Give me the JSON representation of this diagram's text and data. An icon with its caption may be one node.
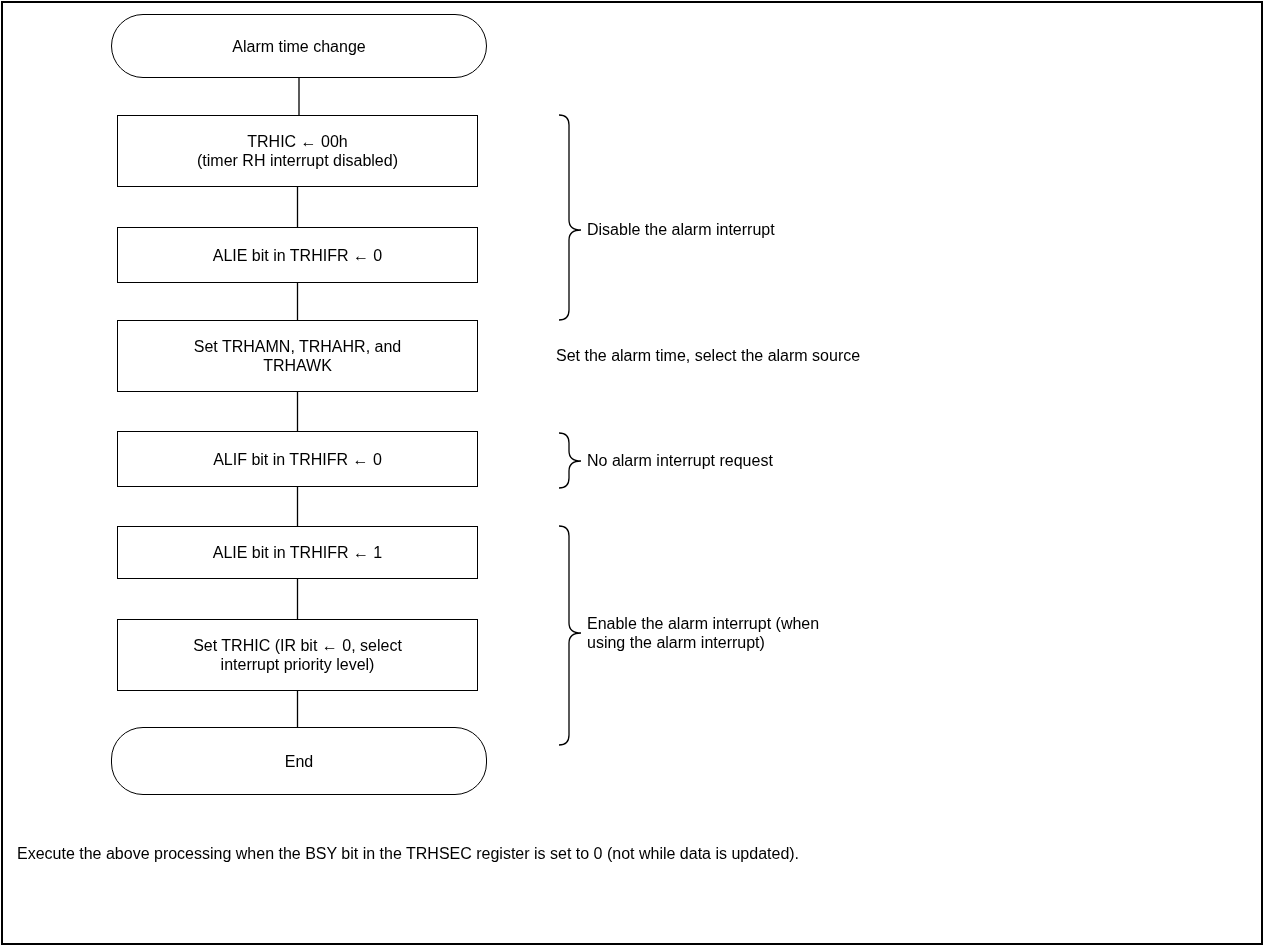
{
  "diagram": {
    "nodes": [
      {
        "text": [
          "Alarm time change"
        ]
      },
      {
        "text": [
          "TRHIC ← 00h",
          "(timer RH interrupt disabled)"
        ]
      },
      {
        "text": [
          "ALIE bit in TRHIFR ← 0"
        ]
      },
      {
        "text": [
          "Set TRHAMN, TRHAHR, and TRHAWK"
        ]
      },
      {
        "text": [
          "ALIF bit in TRHIFR ← 0"
        ]
      },
      {
        "text": [
          "ALIE bit in TRHIFR ← 1"
        ]
      },
      {
        "text": [
          "Set TRHIC (IR bit ← 0, select interrupt priority level)"
        ]
      },
      {
        "text": [
          "End"
        ]
      }
    ],
    "edges": [
      {
        "from": 0,
        "to": 1,
        "arrow": "none"
      },
      {
        "from": 1,
        "to": 2,
        "arrow": "none"
      },
      {
        "from": 2,
        "to": 3,
        "arrow": "none"
      },
      {
        "from": 3,
        "to": 4,
        "arrow": "none"
      },
      {
        "from": 4,
        "to": 5,
        "arrow": "none"
      },
      {
        "from": 5,
        "to": 6,
        "arrow": "none"
      },
      {
        "from": 6,
        "to": 7,
        "arrow": "none"
      }
    ],
    "labels": [
      "Disable the alarm interrupt",
      "Set the alarm time, select the alarm source",
      "No alarm interrupt request",
      "Enable the alarm interrupt (when using the alarm interrupt)",
      "Execute the above processing when the BSY bit in the TRHSEC register is set to 0 (not while data is updated)."
    ]
  }
}
